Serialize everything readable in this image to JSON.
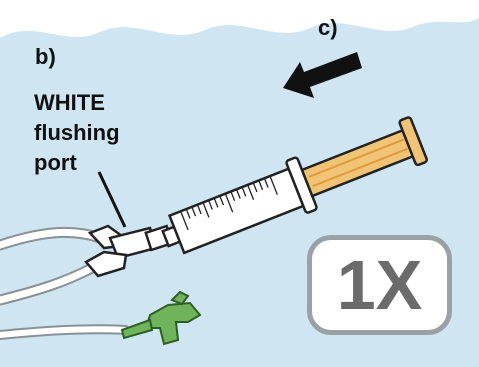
{
  "labels": {
    "step_b": "b)",
    "step_c": "c)",
    "port_label": "WHITE\nflushing\nport",
    "repeat_count": "1X"
  },
  "colors": {
    "background_top": "#ffffff",
    "background_panel": "#cfe6f2",
    "syringe_plunger": "#f1c374",
    "tubing_connector": "#6fb35a",
    "arrow": "#111111",
    "badge_border": "#9aa1a6",
    "badge_text": "#6b6b6b"
  },
  "icons": {
    "direction_arrow": "arrow-left-icon",
    "syringe": "syringe-icon",
    "flushing_port": "three-way-connector-icon",
    "green_connector": "y-connector-icon"
  }
}
